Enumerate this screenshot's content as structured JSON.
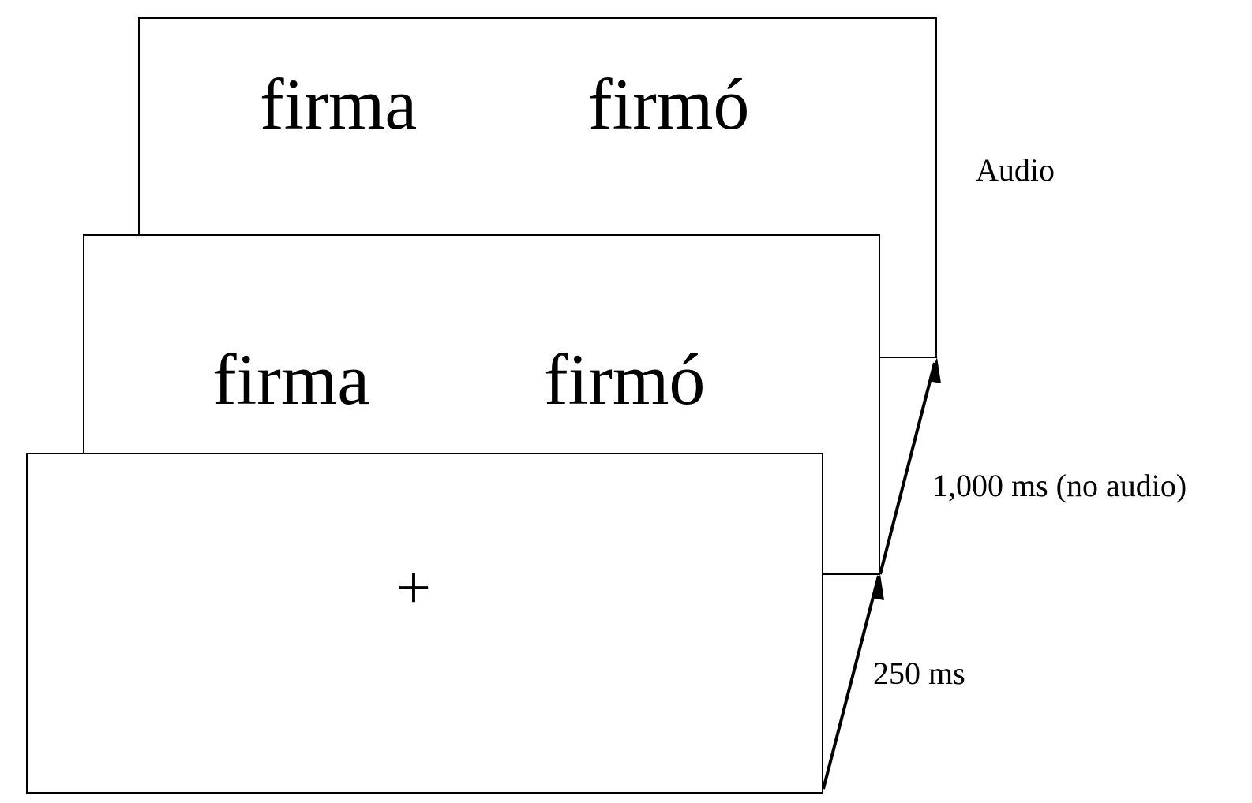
{
  "frames": {
    "back": {
      "word_left": "firma",
      "word_right": "firmó"
    },
    "middle": {
      "word_left": "firma",
      "word_right": "firmó"
    },
    "front": {
      "fixation": "+"
    }
  },
  "labels": {
    "audio": "Audio",
    "duration_1000": "1,000 ms (no audio)",
    "duration_250": "250 ms"
  },
  "colors": {
    "stroke": "#000000",
    "background": "#ffffff"
  }
}
